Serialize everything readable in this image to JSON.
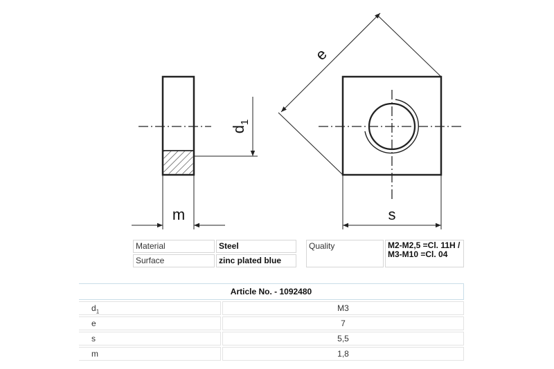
{
  "drawing": {
    "dim_e": "e",
    "dim_d": "d",
    "dim_d_sub": "1",
    "dim_m": "m",
    "dim_s": "s"
  },
  "properties": {
    "material_label": "Material",
    "material_value": "Steel",
    "surface_label": "Surface",
    "surface_value": "zinc plated blue",
    "quality_label": "Quality",
    "quality_value": "M2-M2,5 =Cl. 11H / M3-M10 =Cl. 04"
  },
  "article": {
    "title": "Article No. - 1092480",
    "rows": [
      {
        "param": "d",
        "param_sub": "1",
        "value": "M3"
      },
      {
        "param": "e",
        "value": "7"
      },
      {
        "param": "s",
        "value": "5,5"
      },
      {
        "param": "m",
        "value": "1,8"
      }
    ]
  }
}
